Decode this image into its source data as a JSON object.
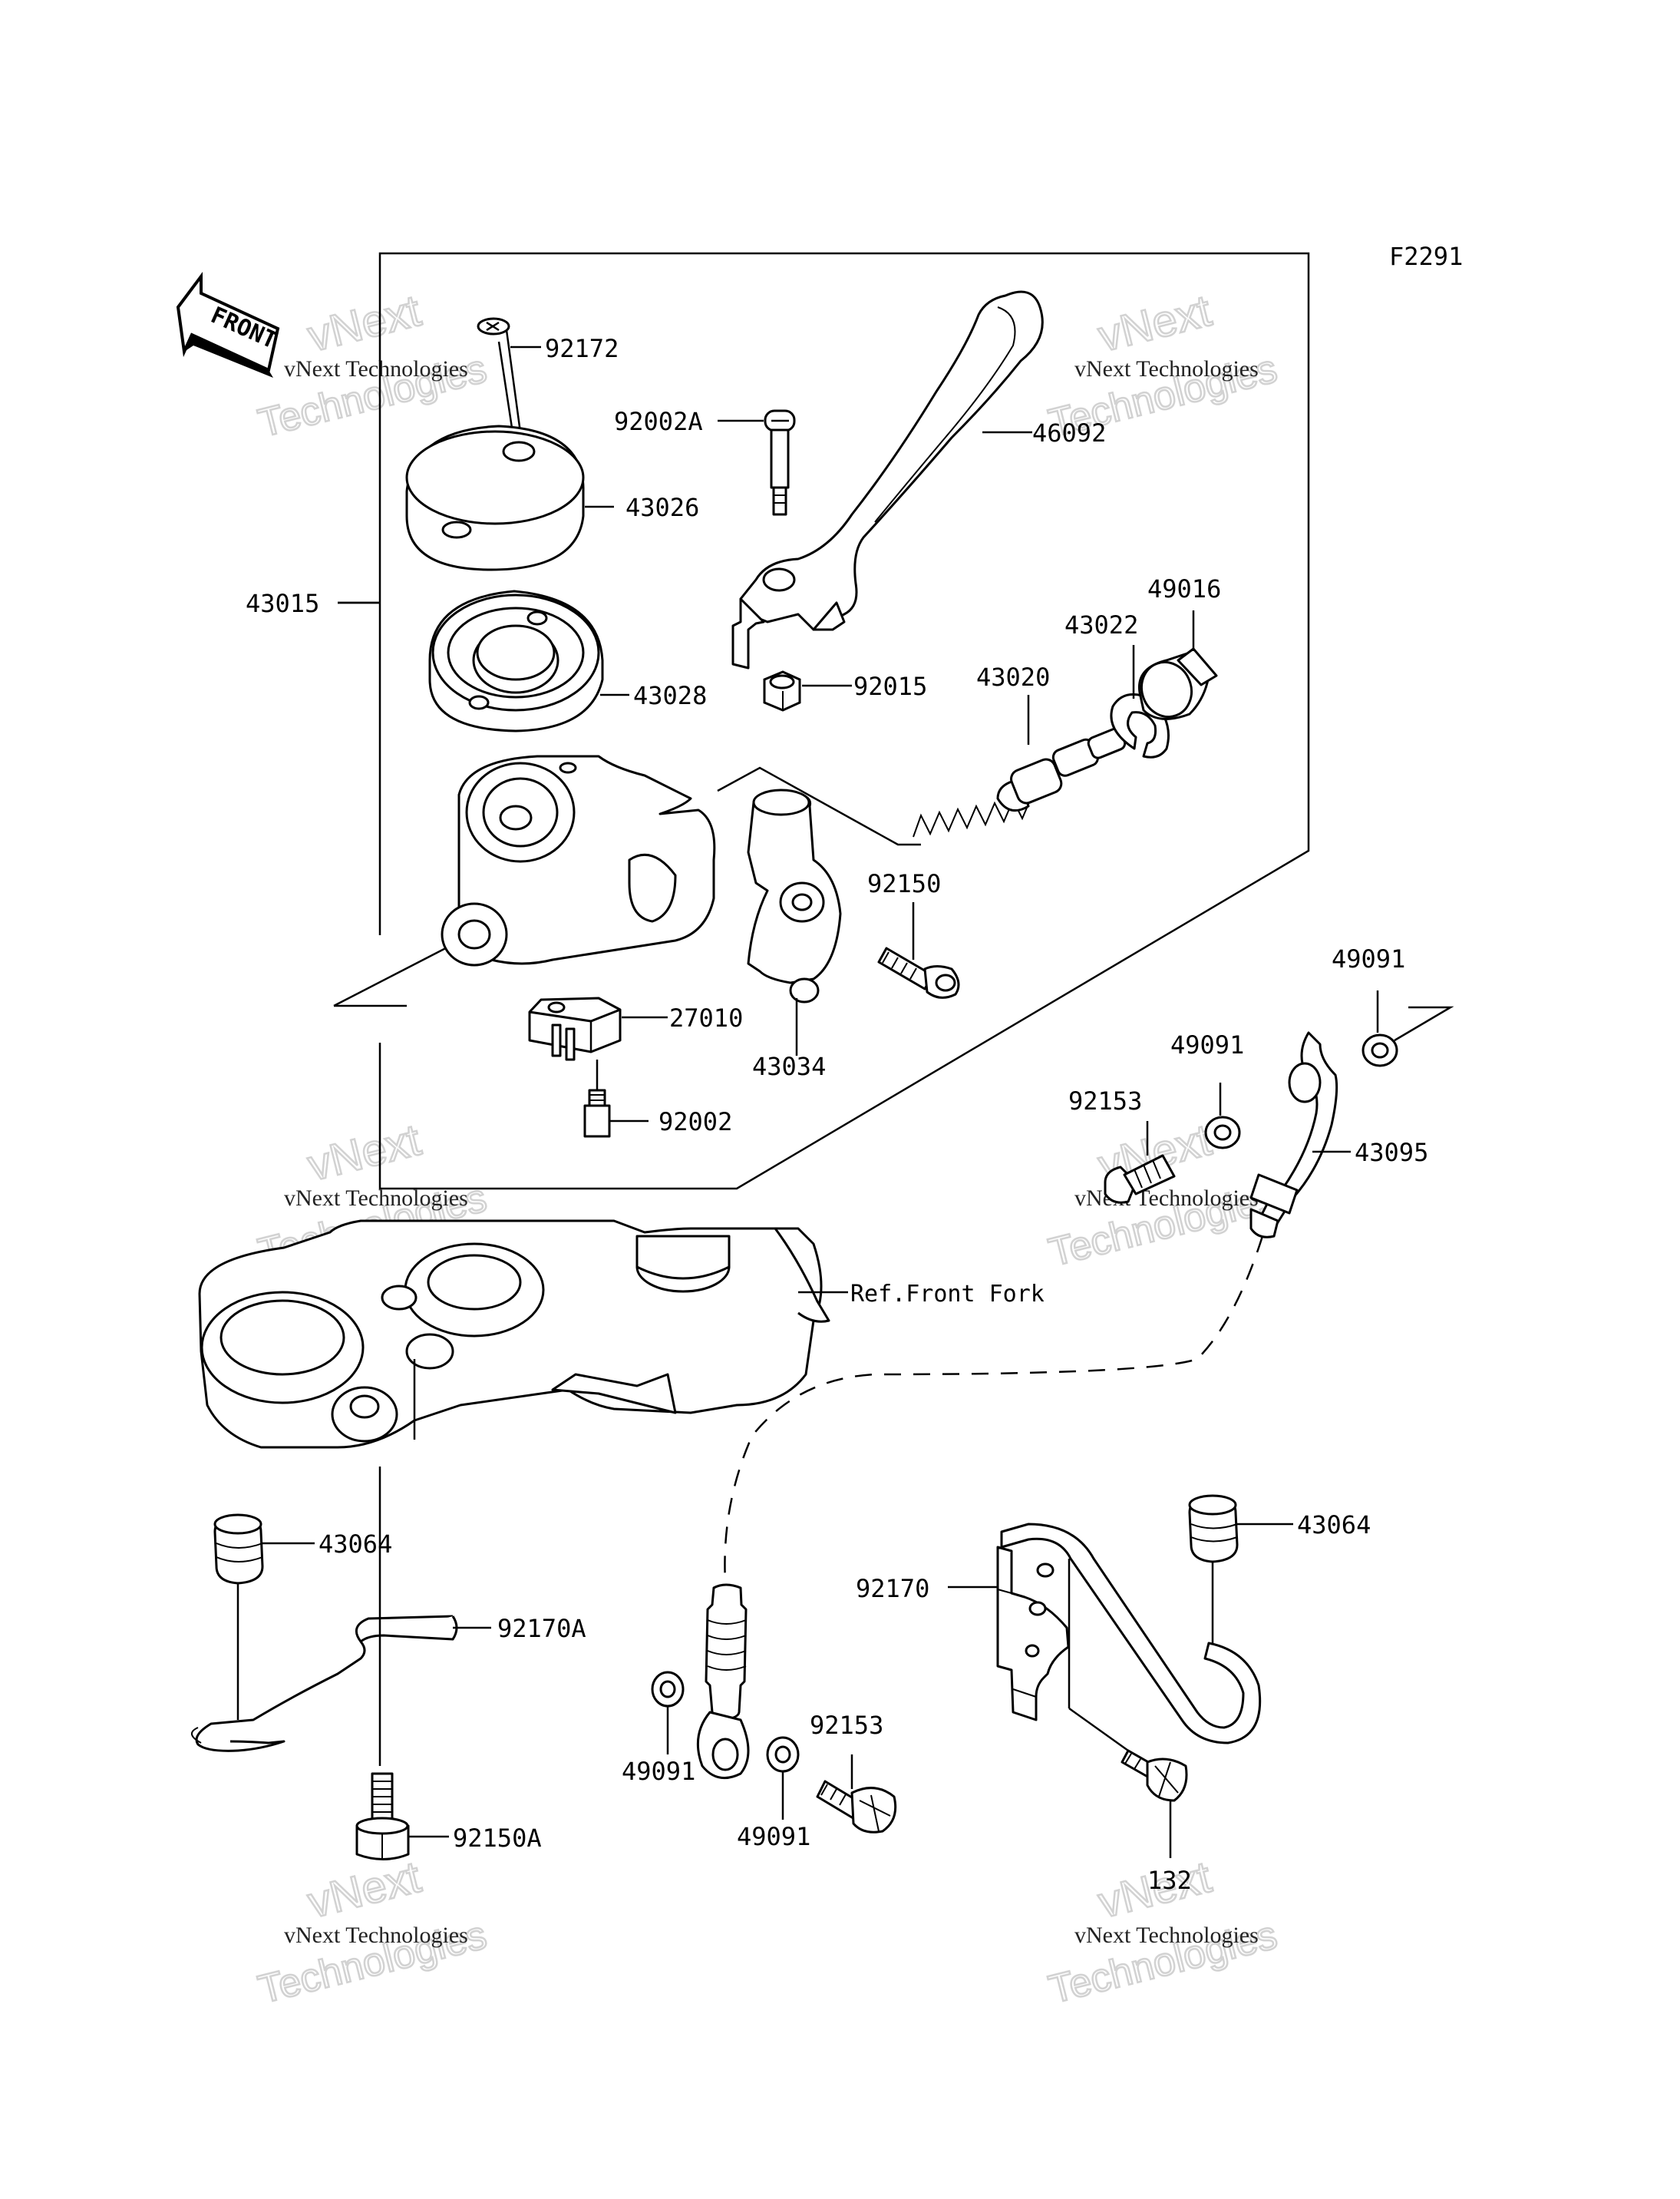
{
  "diagram_code": "F2291",
  "front_label": "FRONT",
  "reference_label": "Ref.Front Fork",
  "watermarks": [
    {
      "line1": "vNext",
      "line2": "vNext Technologies",
      "line3": "Technologies"
    },
    {
      "line1": "vNext",
      "line2": "vNext Technologies",
      "line3": "Technologies"
    },
    {
      "line1": "vNext",
      "line2": "vNext Technologies",
      "line3": "Technologies"
    },
    {
      "line1": "vNext",
      "line2": "vNext Technologies",
      "line3": "Technologies"
    },
    {
      "line1": "vNext",
      "line2": "vNext Technologies",
      "line3": "Technologies"
    },
    {
      "line1": "vNext",
      "line2": "vNext Technologies",
      "line3": "Technologies"
    }
  ],
  "parts": [
    {
      "number": "92172"
    },
    {
      "number": "92002A"
    },
    {
      "number": "46092"
    },
    {
      "number": "43026"
    },
    {
      "number": "43015"
    },
    {
      "number": "43028"
    },
    {
      "number": "92015"
    },
    {
      "number": "43022"
    },
    {
      "number": "49016"
    },
    {
      "number": "43020"
    },
    {
      "number": "92150"
    },
    {
      "number": "27010"
    },
    {
      "number": "43034"
    },
    {
      "number": "92002"
    },
    {
      "number": "49091"
    },
    {
      "number": "49091"
    },
    {
      "number": "92153"
    },
    {
      "number": "43095"
    },
    {
      "number": "43064"
    },
    {
      "number": "92170A"
    },
    {
      "number": "92150A"
    },
    {
      "number": "43064"
    },
    {
      "number": "92170"
    },
    {
      "number": "92153"
    },
    {
      "number": "49091"
    },
    {
      "number": "49091"
    },
    {
      "number": "132"
    }
  ]
}
